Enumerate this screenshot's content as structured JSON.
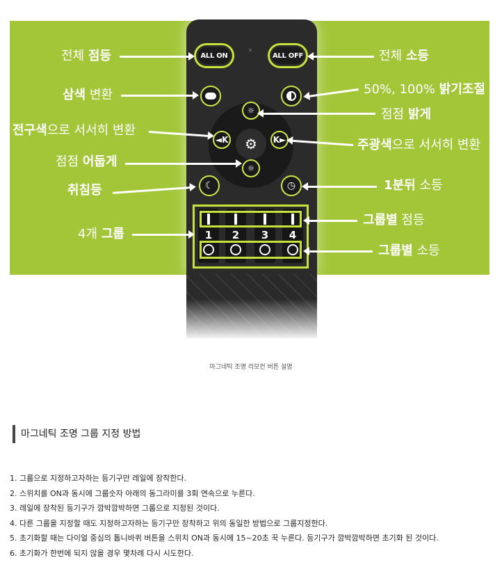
{
  "figure": {
    "remote": {
      "all_on": "ALL ON",
      "all_off": "ALL OFF",
      "left_arrow": "◄K",
      "right_arrow": "K►",
      "group_numbers": [
        "1",
        "2",
        "3",
        "4"
      ]
    },
    "labels": {
      "all_on": {
        "plain": "전체 ",
        "bold": "점등"
      },
      "all_off": {
        "plain": "전체 ",
        "bold": "소등"
      },
      "color_change": {
        "bold": "삼색",
        "plain": " 변환"
      },
      "brightness": {
        "plain": "50%, 100% ",
        "bold": "밝기조절"
      },
      "brighter": {
        "plain": "점점 ",
        "bold": "밝게"
      },
      "warm_gradual": {
        "bold": "전구색",
        "plain": "으로 서서히 변환"
      },
      "day_gradual": {
        "bold": "주광색",
        "plain": "으로 서서히 변환"
      },
      "darker": {
        "plain": "점점 ",
        "bold": "어둡게"
      },
      "sleep": {
        "bold": "취침등"
      },
      "one_minute_off": {
        "bold": "1분뒤",
        "plain": " 소등"
      },
      "four_groups": {
        "plain": "4개 ",
        "bold": "그룹"
      },
      "group_on": {
        "bold": "그룹별",
        "plain": " 점등"
      },
      "group_off": {
        "bold": "그룹별",
        "plain": " 소등"
      }
    },
    "caption": "마그네틱 조명 리모컨 버튼 설명"
  },
  "section": {
    "title": "마그네틱 조명 그룹 지정 방법"
  },
  "steps": [
    "1. 그룹으로 지정하고자하는 등기구만 레일에 장착한다.",
    "2. 스위치를 ON과 동시에 그룹숫자 아래의 동그라미를 3회 연속으로 누른다.",
    "3. 레일에 장착된 등기구가 깜박깜박하면 그룹으로 지정된 것이다.",
    "4. 다른 그룹을 지정할 때도 지정하고자하는 등기구만 장착하고 위의 동일한 방법으로 그룹지정한다.",
    "5. 초기화할 때는 다이얼 중심의 톱니바퀴 버튼을 스위치 ON과 동시에 15~20초 꾹 누른다. 등기구가 깜박깜박하면 초기화 된 것이다.",
    "6. 초기화가 한번에 되지 않을 경우 몇차례 다시 시도한다."
  ]
}
